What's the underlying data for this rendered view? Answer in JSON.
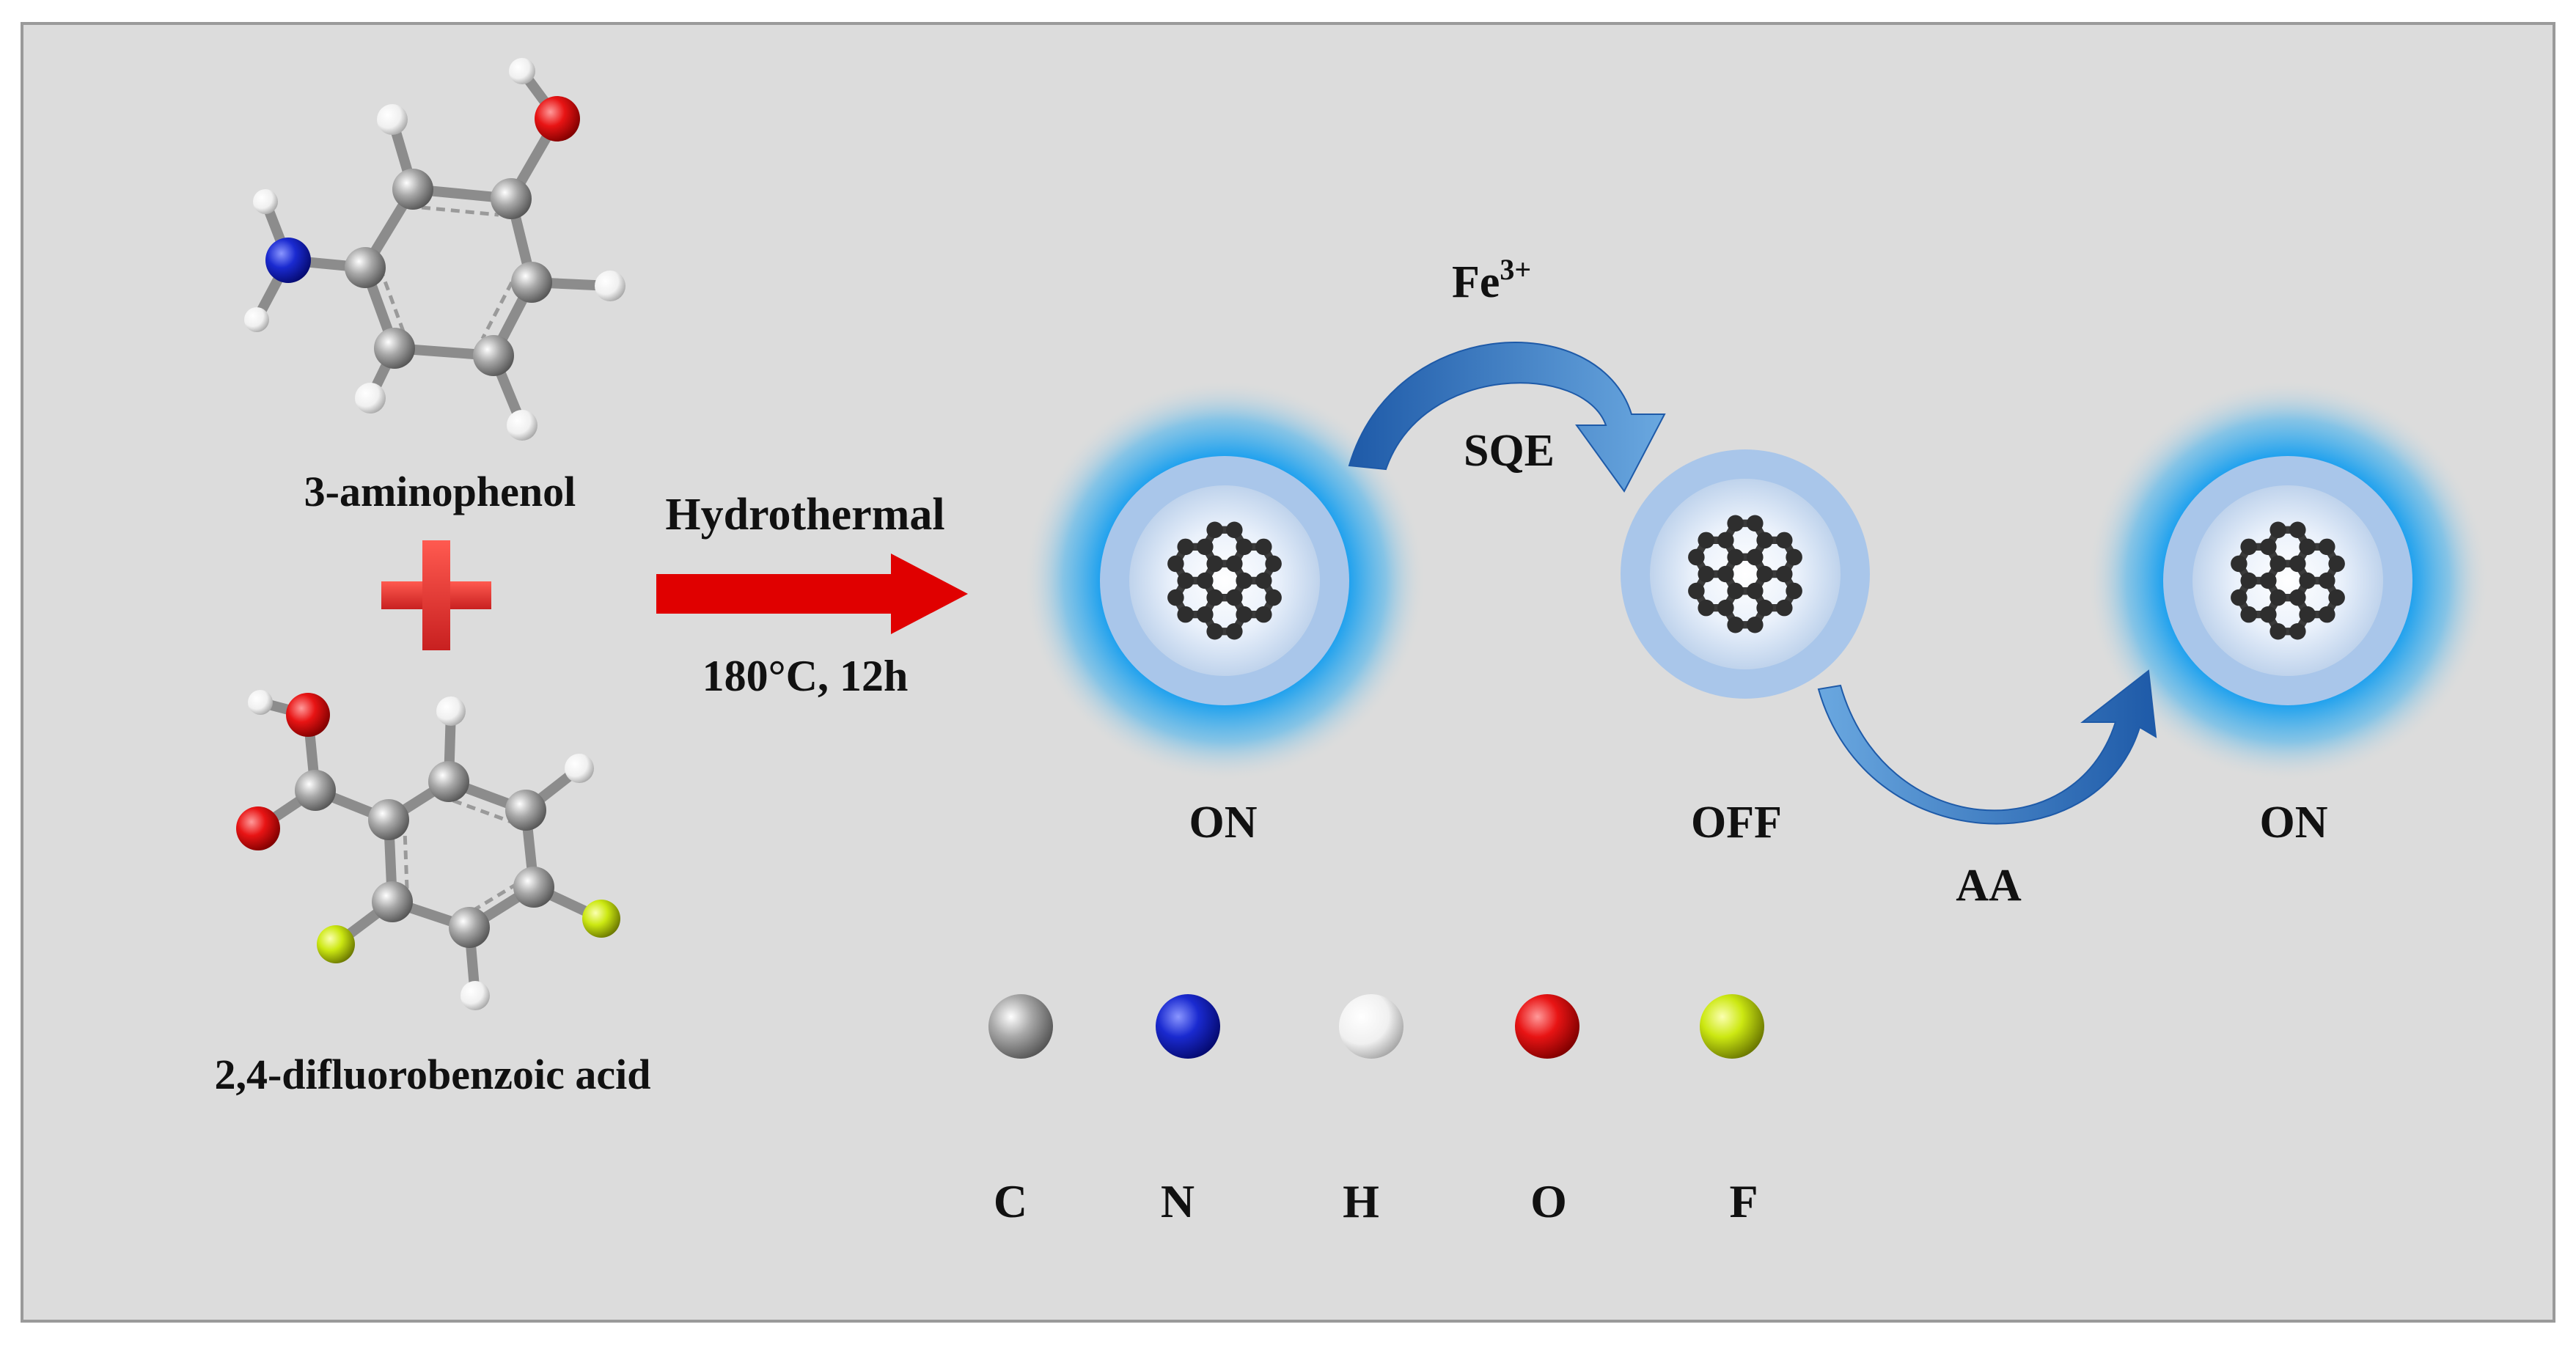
{
  "reactants": {
    "first_name": "3-aminophenol",
    "second_name": "2,4-difluorobenzoic acid",
    "plus_symbol_color": "#e8403a"
  },
  "synthesis": {
    "method_label": "Hydrothermal",
    "conditions_label": "180°C, 12h",
    "arrow_color": "#e00000"
  },
  "sensing": {
    "fe_label_base": "Fe",
    "fe_label_sup": "3+",
    "quench_label": "SQE",
    "recover_label": "AA",
    "state_on_label": "ON",
    "state_off_label": "OFF",
    "state_on_again_label": "ON",
    "glow_color": "#1aa0ee",
    "arrow_color": "#2f6fb3"
  },
  "legend": {
    "items": [
      {
        "symbol": "C",
        "color": "#9a9a9a"
      },
      {
        "symbol": "N",
        "color": "#1020c8"
      },
      {
        "symbol": "H",
        "color": "#f2f2f2"
      },
      {
        "symbol": "O",
        "color": "#e01818"
      },
      {
        "symbol": "F",
        "color": "#c8e010"
      }
    ]
  },
  "colors": {
    "background": "#dcdcdc",
    "frame": "#9a9a9a"
  }
}
